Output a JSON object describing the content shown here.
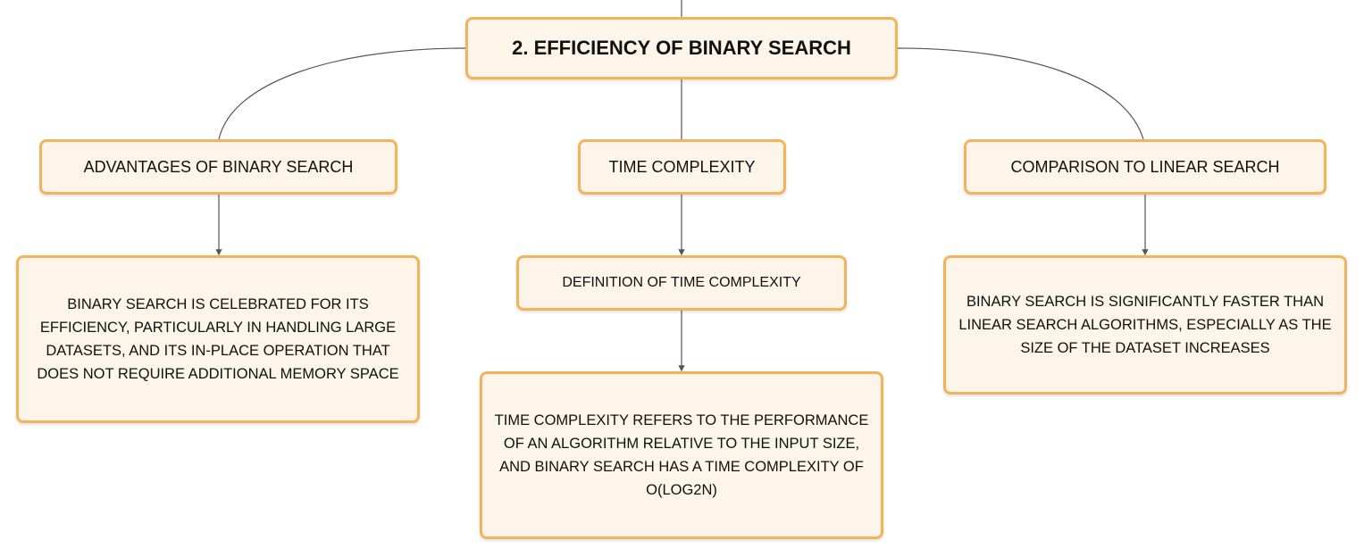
{
  "root": {
    "label": "2. EFFICIENCY OF BINARY SEARCH"
  },
  "branches": {
    "advantages": {
      "label": "ADVANTAGES OF BINARY SEARCH",
      "detail": "BINARY SEARCH IS CELEBRATED FOR ITS EFFICIENCY, PARTICULARLY IN HANDLING LARGE DATASETS, AND ITS IN-PLACE OPERATION THAT DOES NOT REQUIRE ADDITIONAL MEMORY SPACE"
    },
    "time_complexity": {
      "label": "TIME COMPLEXITY",
      "sub_label": "DEFINITION OF TIME COMPLEXITY",
      "detail": "TIME COMPLEXITY REFERS TO THE PERFORMANCE OF AN ALGORITHM RELATIVE TO THE INPUT SIZE, AND BINARY SEARCH HAS A TIME COMPLEXITY OF O(LOG2N)"
    },
    "comparison": {
      "label": "COMPARISON TO LINEAR SEARCH",
      "detail": "BINARY SEARCH IS SIGNIFICANTLY FASTER THAN LINEAR SEARCH ALGORITHMS, ESPECIALLY AS THE SIZE OF THE DATASET INCREASES"
    }
  },
  "colors": {
    "node_border": "#f4b35a",
    "node_fill": "#fdf4ea",
    "connector": "#555555"
  }
}
